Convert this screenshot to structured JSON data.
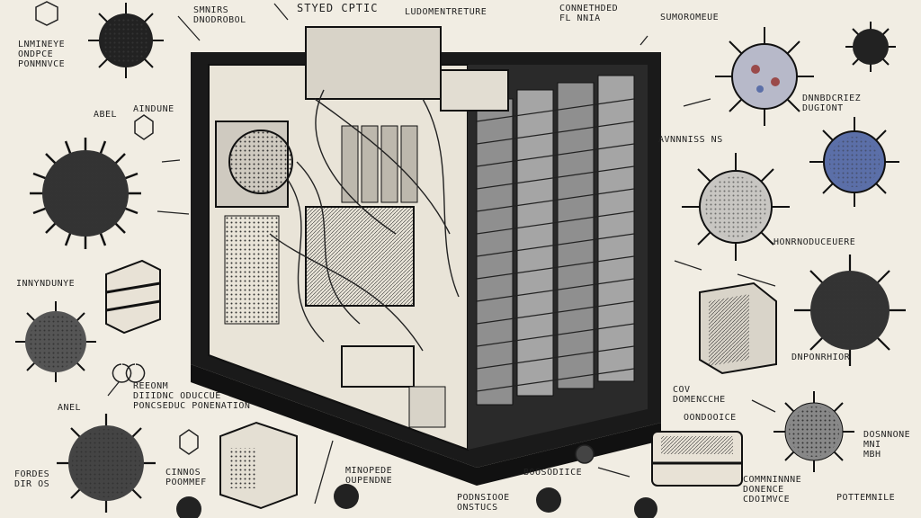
{
  "labels": {
    "top_center": "STYED CPTIC",
    "top_center_2": "LUDOMENTRETURE",
    "top_left_a": "SMNIRS\nDNODROBOL",
    "top_left_b": "LNMINEYE\nONDPCE\nPONMNVCE",
    "top_right_a": "CONNETHDED\nFL NNIA",
    "top_right_b": "SUMOROMEUE",
    "right_1": "DNNBDCRIEZ\nDUGIONT",
    "right_2": "AVNNNISS NS",
    "right_3": "HONRNODUCEUERE",
    "right_4": "DNPONRHIOR",
    "right_5": "OONDOOICE",
    "right_6": "DOSNNONE\nMNI\nMBH",
    "left_1": "ABEL",
    "left_2": "AINDUNE",
    "left_3": "INNYNDUNYE",
    "left_4": "ANEL",
    "left_5": "FORDES\nDIR OS",
    "center_1": "REEONM\nDIIIDNC ODUCCUE\nPONCSEDUC PONENATION",
    "bottom_1": "CINNOS\nPOOMMEF",
    "bottom_2": "MINOPEDE\nOUPENDNE",
    "bottom_3": "PODNSIOOE\nONSTUCS",
    "bottom_4": "BOOSODIICE",
    "bottom_5": "COV\nDOMENCCHE",
    "bottom_6": "COMMNINNNE\nDONENCE\nCDOIMVCE",
    "bottom_7": "POTTEMNILE"
  },
  "colors": {
    "paper": "#f1ede3",
    "ink": "#1c1c1c",
    "accent_blue": "#5b6fa8",
    "accent_red": "#9a4a4a"
  }
}
